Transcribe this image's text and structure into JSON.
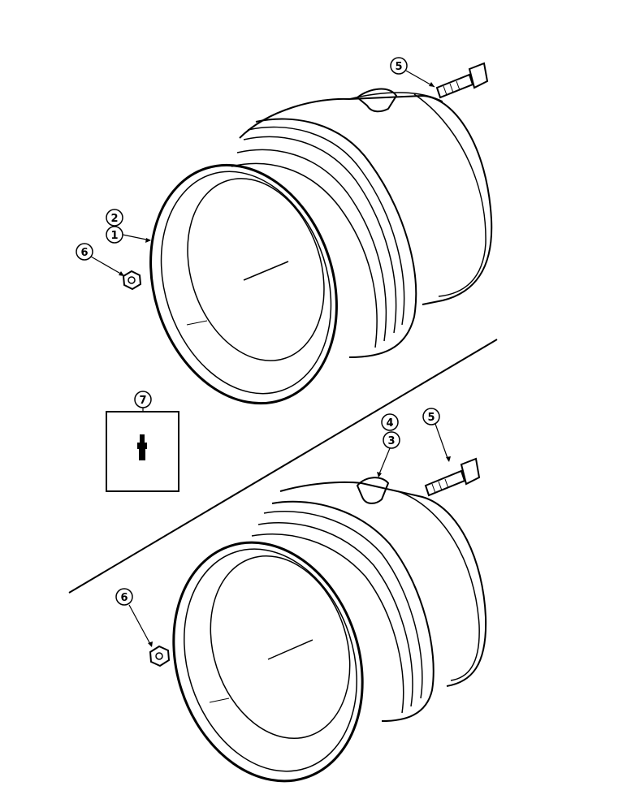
{
  "diagram": {
    "callouts": {
      "top_5": "5",
      "top_2": "2",
      "top_1": "1",
      "top_6": "6",
      "box_7": "7",
      "bottom_4": "4",
      "bottom_3": "3",
      "bottom_5": "5",
      "bottom_6": "6"
    },
    "parts": [
      {
        "id": "rim-upper",
        "icon": "wheel-rim-icon"
      },
      {
        "id": "rim-lower",
        "icon": "wheel-rim-icon"
      },
      {
        "id": "bolt",
        "icon": "t-bolt-icon"
      },
      {
        "id": "nut",
        "icon": "hex-nut-icon"
      },
      {
        "id": "valve",
        "icon": "valve-stem-icon"
      }
    ],
    "colors": {
      "ink": "#000000",
      "paper": "#ffffff"
    }
  }
}
